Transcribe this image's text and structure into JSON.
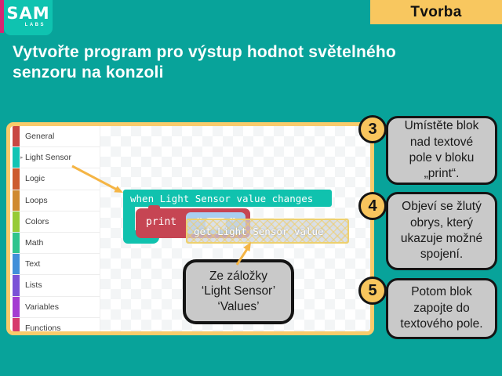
{
  "brand": {
    "name": "SAM",
    "sub": "LABS"
  },
  "header": {
    "badge": "Tvorba",
    "title_lines": [
      "Vytvořte program pro výstup hodnot světelného",
      "senzoru na konzoli"
    ]
  },
  "sidebar": {
    "items": [
      {
        "label": "General",
        "color": "#C84742"
      },
      {
        "label": "Light Sensor",
        "color": "#12C4B4",
        "expanded_caret": "▸"
      },
      {
        "label": "Logic",
        "color": "#CC5B2E"
      },
      {
        "label": "Loops",
        "color": "#CF8A2F"
      },
      {
        "label": "Colors",
        "color": "#96CB36"
      },
      {
        "label": "Math",
        "color": "#2FC48D"
      },
      {
        "label": "Text",
        "color": "#418FD9"
      },
      {
        "label": "Lists",
        "color": "#7A52D6"
      },
      {
        "label": "Variables",
        "color": "#A43BD1"
      },
      {
        "label": "Functions",
        "color": "#D63A6C"
      }
    ]
  },
  "workspace": {
    "when_block_label": "when Light Sensor value changes",
    "print_block_label": "print",
    "print_field_open_quote": "“",
    "print_field_close_quote": "”",
    "get_block_label": "get Light Sensor value",
    "bubble_lines": [
      "Ze záložky",
      "‘Light Sensor’",
      "‘Values’"
    ]
  },
  "steps": [
    {
      "number": "3",
      "lines": [
        "Umístěte blok",
        "nad textové",
        "pole v bloku",
        "„print“."
      ]
    },
    {
      "number": "4",
      "lines": [
        "Objeví se žlutý",
        "obrys, který",
        "ukazuje možné",
        "spojení."
      ]
    },
    {
      "number": "5",
      "lines": [
        "Potom blok",
        "zapojte do",
        "textového pole."
      ]
    }
  ],
  "colors": {
    "background": "#08A39A",
    "accent_yellow": "#F8C75F",
    "panel_border": "#F9CB6B",
    "logo_tile": "#0FC3B0",
    "logo_stripe": "#D62672",
    "when_block": "#10C2AE",
    "print_block": "#C64553",
    "field_blue": "#A9CFF1",
    "callout_gray": "#C9C9C9",
    "arrow": "#F5B545"
  }
}
